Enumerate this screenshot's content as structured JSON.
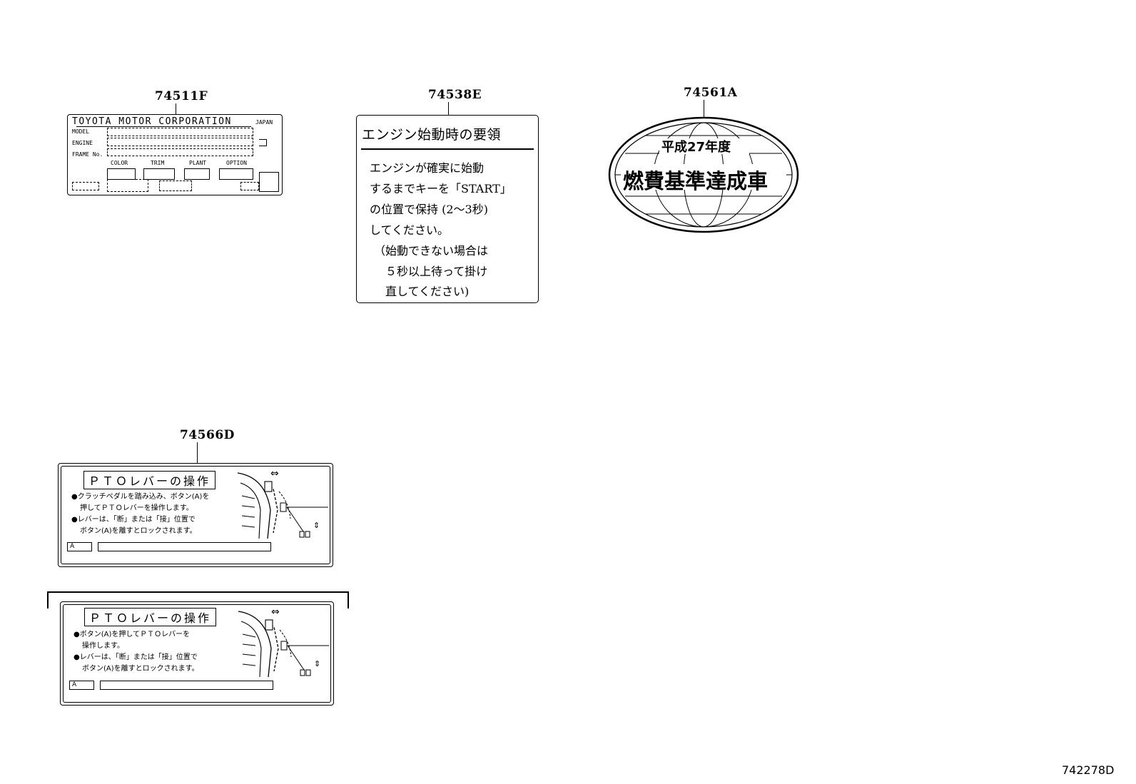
{
  "parts": {
    "p1": "74511F",
    "p2": "74538E",
    "p3": "74561A",
    "p4": "74566D"
  },
  "plate": {
    "company": "TOYOTA MOTOR CORPORATION",
    "country": "JAPAN",
    "model": "MODEL",
    "engine": "ENGINE",
    "frame": "FRAME No.",
    "color": "COLOR",
    "trim": "TRIM",
    "plant": "PLANT",
    "option": "OPTION"
  },
  "start_label": {
    "title": "エンジン始動時の要領",
    "lines": [
      "エンジンが確実に始動",
      "するまでキーを「START」",
      "の位置で保持 (2〜3秒)",
      "してください。",
      "（始動できない場合は",
      "５秒以上待って掛け",
      "直してください)"
    ]
  },
  "fuel_badge": {
    "year": "平成27年度",
    "text": "燃費基準達成車"
  },
  "pto_a": {
    "title": "ＰＴＯレバーの操作",
    "lines": [
      "●クラッチペダルを踏み込み、ボタン(A)を",
      "押してＰＴＯレバーを操作します。",
      "●レバーは、「断」または「接」位置で",
      "ボタン(A)を離すとロックされます。"
    ]
  },
  "pto_b": {
    "title": "ＰＴＯレバーの操作",
    "lines": [
      "●ボタン(A)を押してＰＴＯレバーを",
      "操作します。",
      "●レバーは、「断」または「接」位置で",
      "ボタン(A)を離すとロックされます。"
    ]
  },
  "warn_glyph": "A",
  "arrow_lr": "⇔",
  "arrow_ud": "⇕",
  "figure_id": "742278D"
}
